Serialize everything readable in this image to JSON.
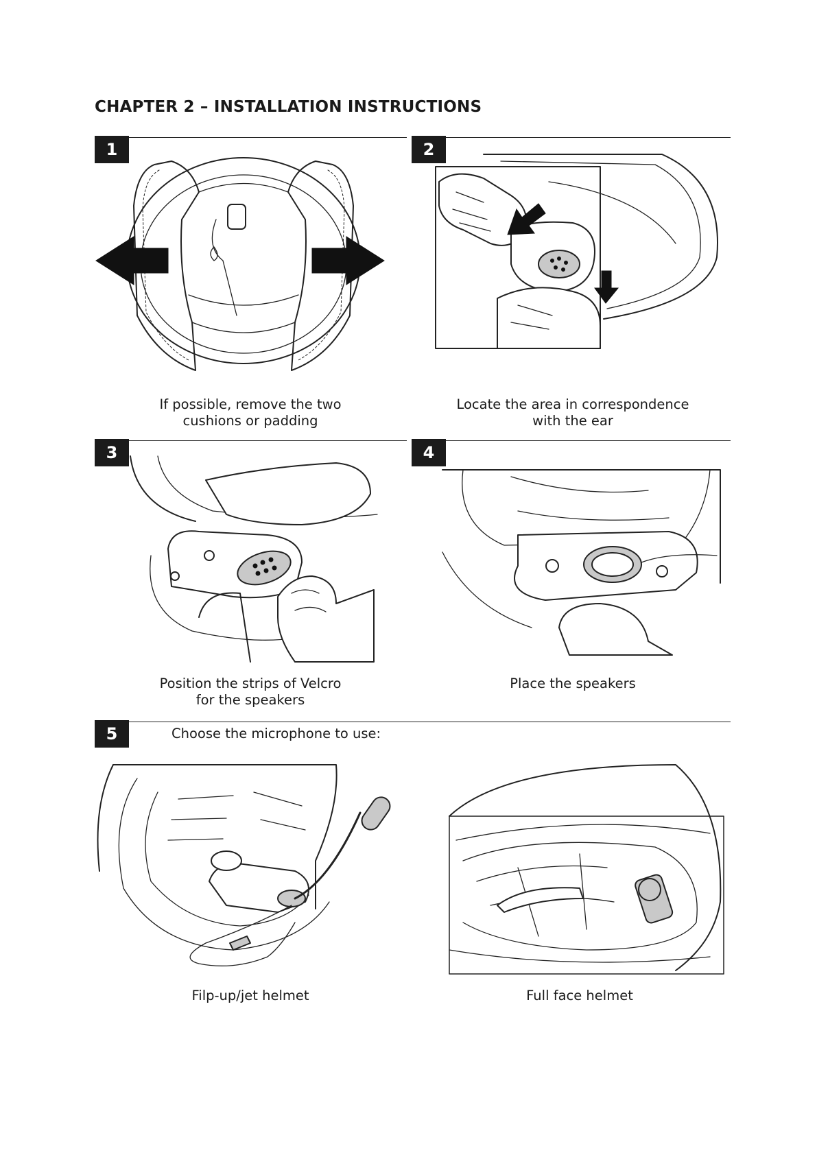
{
  "chapter_title": "CHAPTER 2 – INSTALLATION INSTRUCTIONS",
  "steps": [
    {
      "number": "1",
      "caption_line1": "If possible, remove the two",
      "caption_line2": "cushions or padding"
    },
    {
      "number": "2",
      "caption_line1": "Locate the area in correspondence",
      "caption_line2": "with the ear"
    },
    {
      "number": "3",
      "caption_line1": "Position the strips of Velcro",
      "caption_line2": "for the speakers"
    },
    {
      "number": "4",
      "caption_line1": "Place the speakers",
      "caption_line2": ""
    },
    {
      "number": "5",
      "intro": "Choose the microphone to use:"
    }
  ],
  "microphone_options": [
    {
      "label": "Filp-up/jet helmet"
    },
    {
      "label": "Full face helmet"
    }
  ]
}
